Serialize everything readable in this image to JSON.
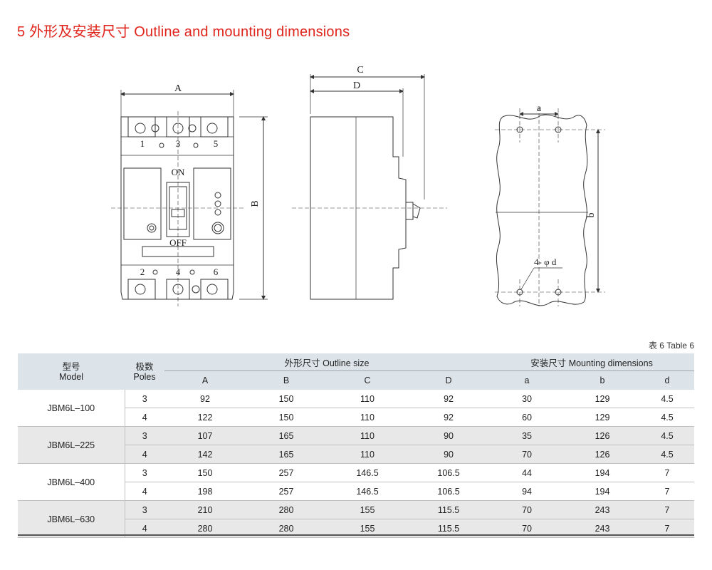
{
  "title": "5  外形及安装尺寸 Outline and mounting dimensions",
  "drawing": {
    "front": {
      "dim_width": "A",
      "dim_height": "B",
      "terminals_top": [
        "1",
        "3",
        "5"
      ],
      "terminals_bottom": [
        "2",
        "4",
        "6"
      ],
      "on_label": "ON",
      "off_label": "OFF"
    },
    "side": {
      "dim_overall": "C",
      "dim_body": "D"
    },
    "mounting": {
      "dim_hole_spacing_x": "a",
      "dim_hole_spacing_y": "b",
      "hole_label": "4- φ d"
    }
  },
  "table_caption": "表 6 Table 6",
  "table": {
    "header": {
      "model_cn": "型号",
      "model_en": "Model",
      "poles_cn": "极数",
      "poles_en": "Poles",
      "outline_group": "外形尺寸 Outline size",
      "mounting_group": "安装尺寸 Mounting dimensions",
      "columns": [
        "A",
        "B",
        "C",
        "D",
        "a",
        "b",
        "d"
      ]
    },
    "rows": [
      {
        "model": "JBM6L–100",
        "variants": [
          {
            "poles": "3",
            "values": [
              "92",
              "150",
              "110",
              "92",
              "30",
              "129",
              "4.5"
            ]
          },
          {
            "poles": "4",
            "values": [
              "122",
              "150",
              "110",
              "92",
              "60",
              "129",
              "4.5"
            ]
          }
        ]
      },
      {
        "model": "JBM6L–225",
        "variants": [
          {
            "poles": "3",
            "values": [
              "107",
              "165",
              "110",
              "90",
              "35",
              "126",
              "4.5"
            ]
          },
          {
            "poles": "4",
            "values": [
              "142",
              "165",
              "110",
              "90",
              "70",
              "126",
              "4.5"
            ]
          }
        ]
      },
      {
        "model": "JBM6L–400",
        "variants": [
          {
            "poles": "3",
            "values": [
              "150",
              "257",
              "146.5",
              "106.5",
              "44",
              "194",
              "7"
            ]
          },
          {
            "poles": "4",
            "values": [
              "198",
              "257",
              "146.5",
              "106.5",
              "94",
              "194",
              "7"
            ]
          }
        ]
      },
      {
        "model": "JBM6L–630",
        "variants": [
          {
            "poles": "3",
            "values": [
              "210",
              "280",
              "155",
              "115.5",
              "70",
              "243",
              "7"
            ]
          },
          {
            "poles": "4",
            "values": [
              "280",
              "280",
              "155",
              "115.5",
              "70",
              "243",
              "7"
            ]
          }
        ]
      }
    ]
  },
  "colors": {
    "title": "#e0241b",
    "header_bg": "#dce4ea",
    "alt_row_bg": "#e8e8e8"
  }
}
